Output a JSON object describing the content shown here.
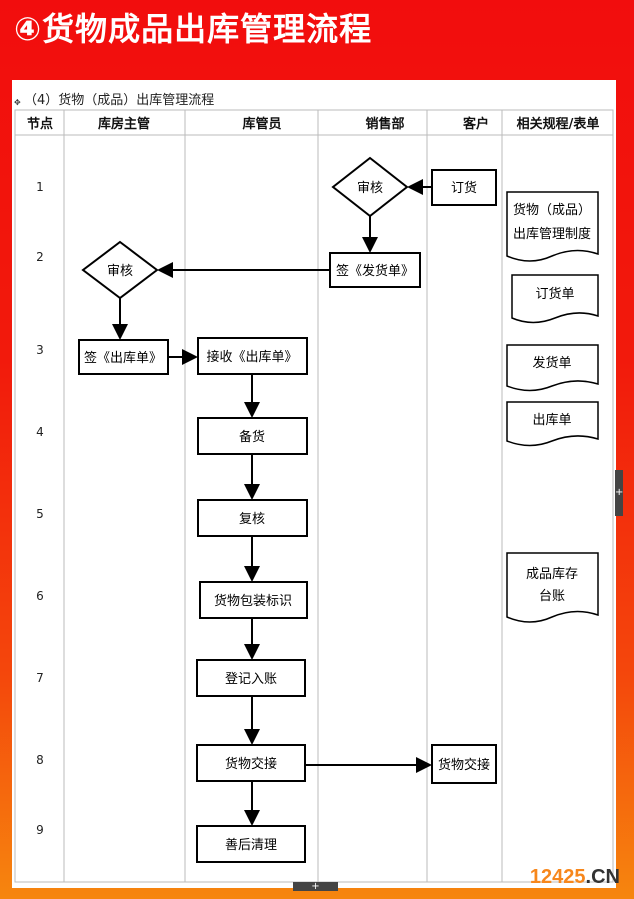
{
  "title": "④货物成品出库管理流程",
  "subtitle": "（4）货物（成品）出库管理流程",
  "columns": [
    "节点",
    "库房主管",
    "库管员",
    "销售部",
    "客户",
    "相关规程/表单"
  ],
  "node_numbers": [
    "1",
    "2",
    "3",
    "4",
    "5",
    "6",
    "7",
    "8",
    "9"
  ],
  "sales": {
    "review": "审核",
    "sign_delivery": "签《发货单》"
  },
  "customer": {
    "order": "订货",
    "handover": "货物交接"
  },
  "manager": {
    "review": "审核",
    "sign_outbound": "签《出库单》"
  },
  "keeper": [
    "接收《出库单》",
    "备货",
    "复核",
    "货物包装标识",
    "登记入账",
    "货物交接",
    "善后清理"
  ],
  "documents": [
    {
      "line1": "货物（成品）",
      "line2": "出库管理制度"
    },
    {
      "line1": "订货单",
      "line2": ""
    },
    {
      "line1": "发货单",
      "line2": ""
    },
    {
      "line1": "出库单",
      "line2": ""
    },
    {
      "line1": "成品库存",
      "line2": "台账"
    }
  ],
  "watermark": {
    "num": "12425",
    "suffix": ".CN"
  },
  "scroll_plus": "+"
}
